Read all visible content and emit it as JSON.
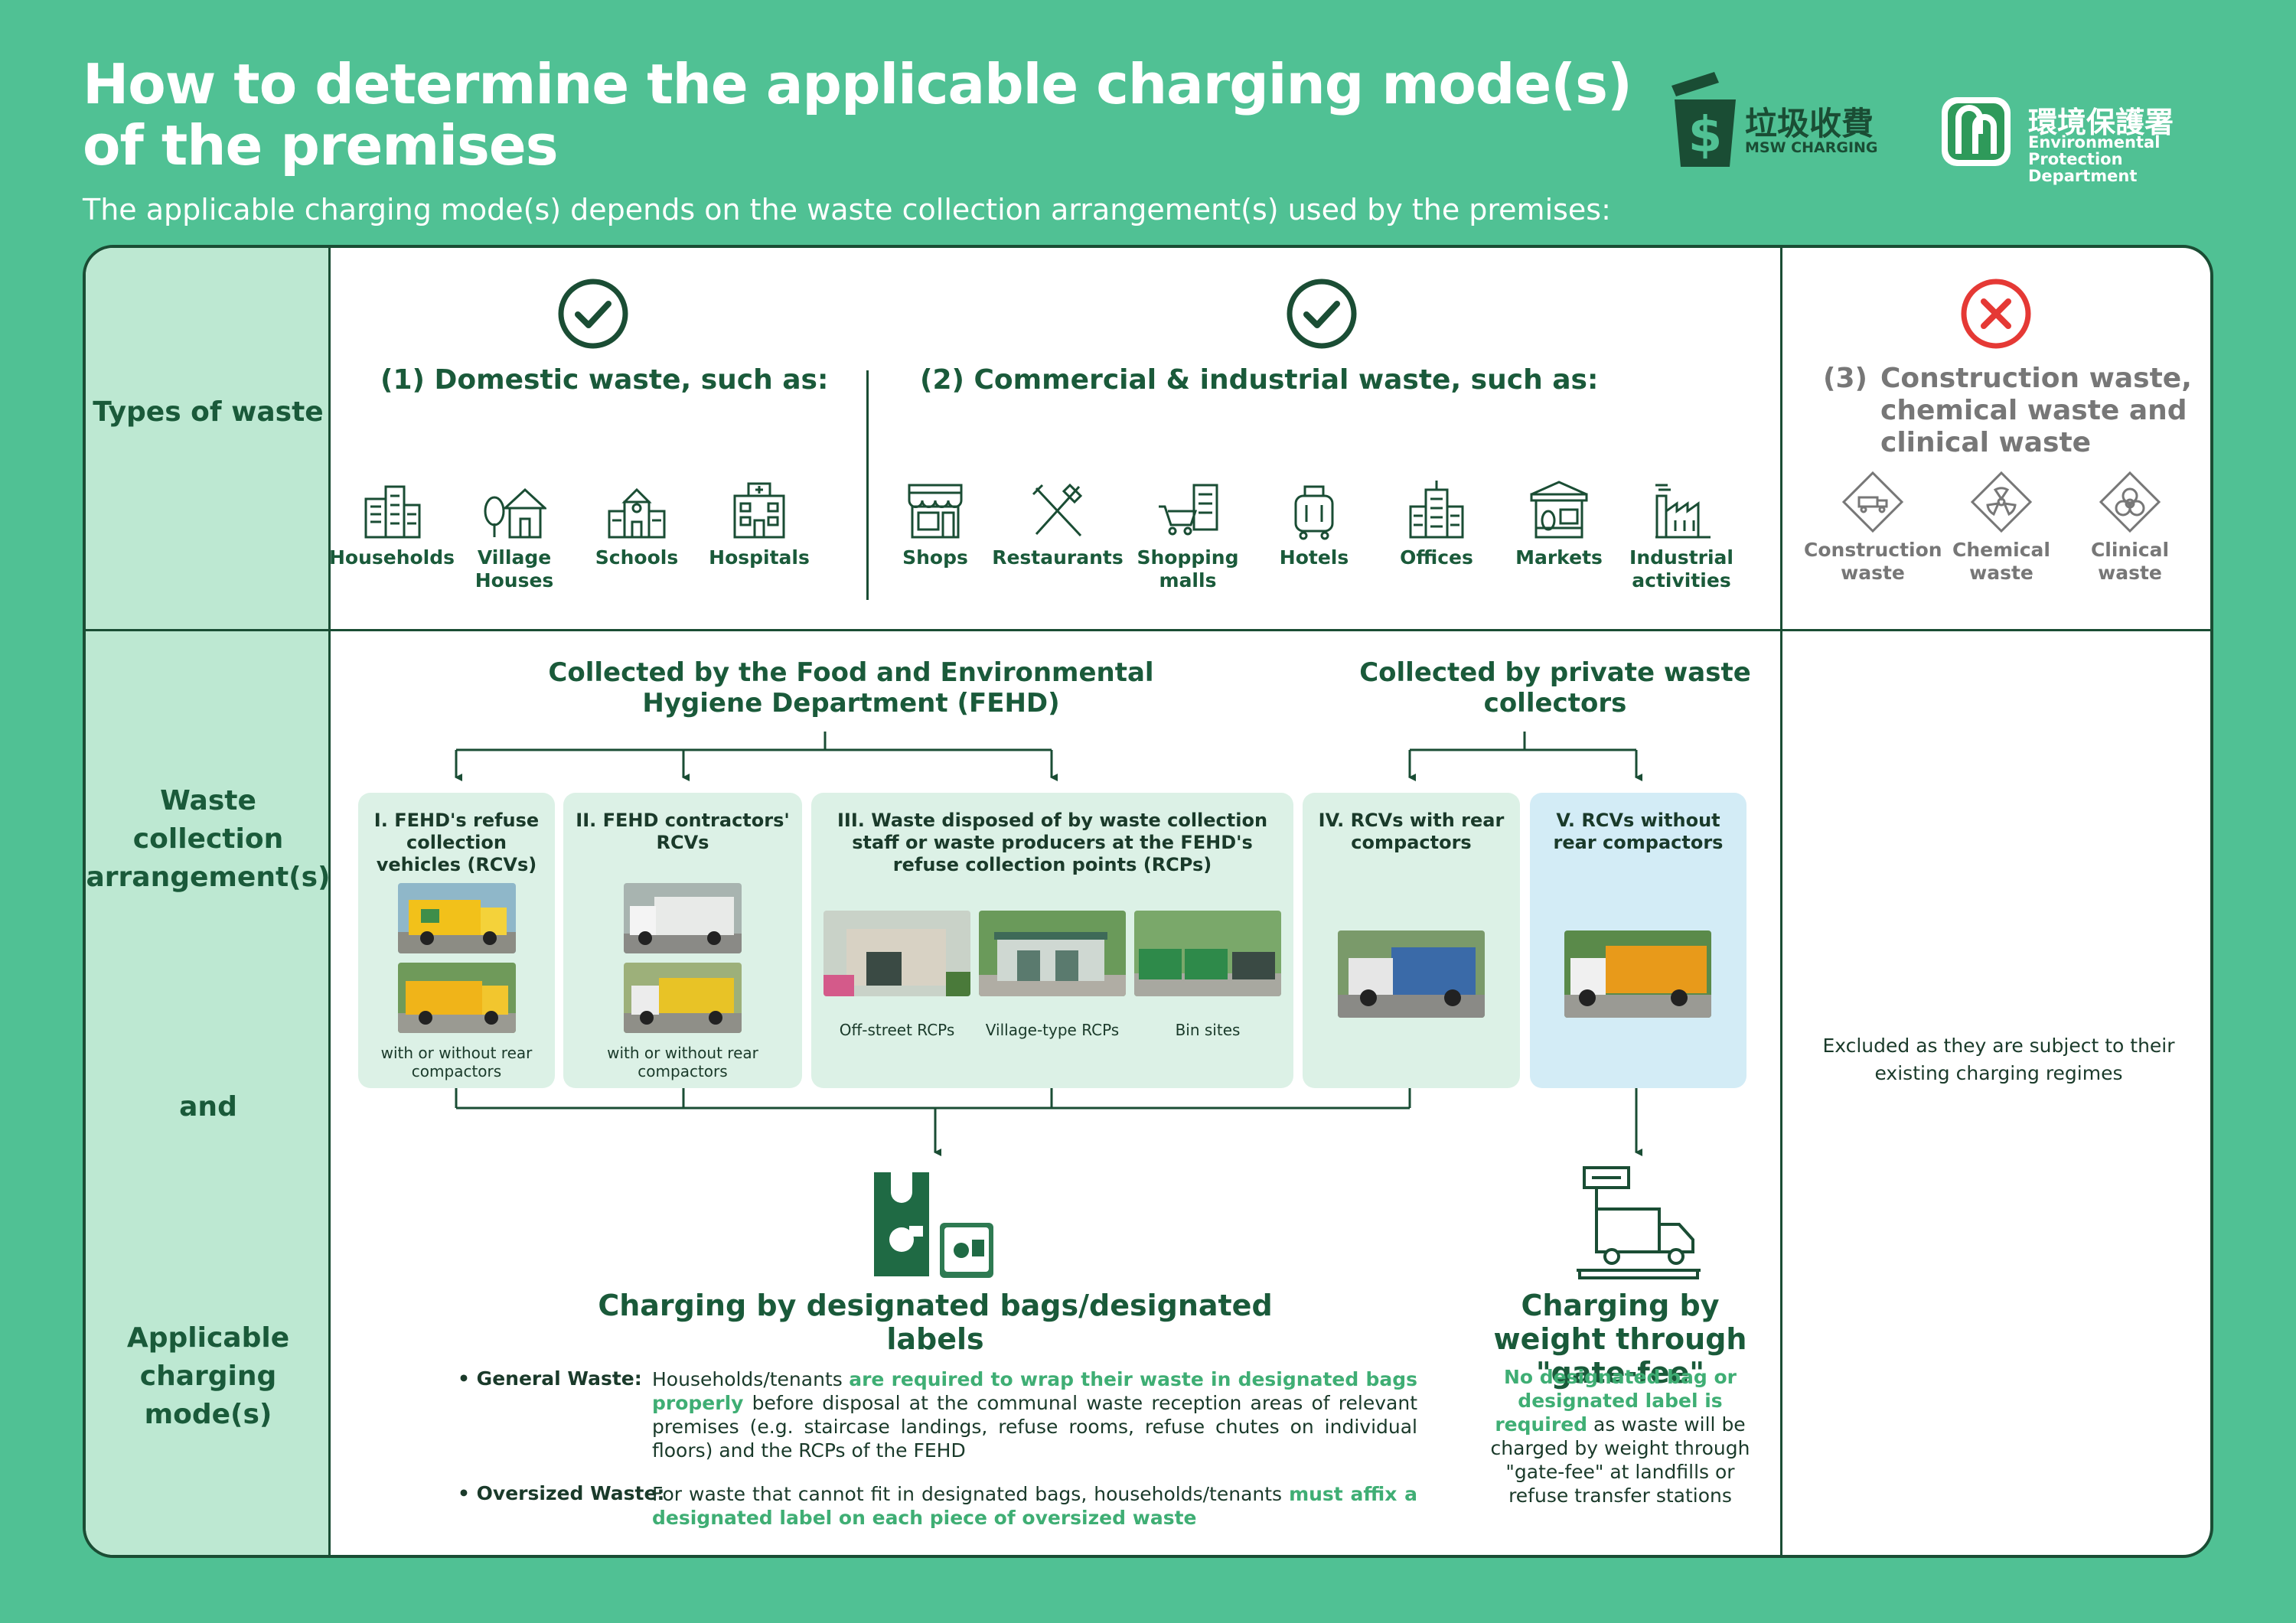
{
  "header": {
    "title": "How to determine the applicable charging mode(s) of the premises",
    "subtitle": "The applicable charging mode(s) depends on the waste collection arrangement(s) used by the premises:"
  },
  "logos": {
    "msw_zh": "垃圾收費",
    "msw_en": "MSW CHARGING",
    "epd_zh": "環境保護署",
    "epd_en_line1": "Environmental",
    "epd_en_line2": "Protection Department"
  },
  "rows": {
    "types_of_waste": "Types of waste",
    "collection_line1": "Waste",
    "collection_line2": "collection",
    "collection_line3": "arrangement(s)",
    "and": "and",
    "mode_line1": "Applicable",
    "mode_line2": "charging",
    "mode_line3": "mode(s)"
  },
  "waste_types": {
    "domestic": {
      "heading": "(1) Domestic waste, such as:",
      "items": [
        "Households",
        "Village Houses",
        "Schools",
        "Hospitals"
      ]
    },
    "commercial": {
      "heading": "(2) Commercial & industrial waste, such as:",
      "items": [
        "Shops",
        "Restaurants",
        "Shopping malls",
        "Hotels",
        "Offices",
        "Markets",
        "Industrial activities"
      ]
    },
    "excluded": {
      "heading_num": "(3)",
      "heading": "Construction waste, chemical waste and clinical waste",
      "items": [
        "Construction waste",
        "Chemical waste",
        "Clinical waste"
      ]
    }
  },
  "collection": {
    "fehd_heading": "Collected by the Food and Environmental Hygiene Department (FEHD)",
    "private_heading": "Collected by private waste collectors",
    "boxes": [
      {
        "num": "I.",
        "title": "FEHD's refuse collection vehicles (RCVs)",
        "note": "with or without rear compactors"
      },
      {
        "num": "II.",
        "title": "FEHD contractors' RCVs",
        "note": "with or without rear compactors"
      },
      {
        "num": "III.",
        "title": "Waste disposed of by waste collection staff or waste producers at the FEHD's refuse collection points (RCPs)",
        "captions": [
          "Off-street RCPs",
          "Village-type RCPs",
          "Bin sites"
        ]
      },
      {
        "num": "IV.",
        "title": "RCVs with rear compactors"
      },
      {
        "num": "V.",
        "title": "RCVs without rear compactors"
      }
    ],
    "excluded_note": "Excluded as they are subject to their existing charging regimes"
  },
  "modes": {
    "bags_title": "Charging by designated bags/designated labels",
    "general_label": "• General Waste:",
    "general_text_1": "Households/tenants ",
    "general_text_hl": "are required to wrap their waste in designated bags properly",
    "general_text_2": " before disposal at the communal waste reception areas of relevant premises (e.g. staircase landings, refuse rooms, refuse chutes on individual floors) and the RCPs of the FEHD",
    "oversized_label": "• Oversized Waste:",
    "oversized_text_1": "For waste that cannot fit in designated bags, households/tenants ",
    "oversized_text_hl": "must affix a designated label on each piece of oversized waste",
    "weight_title": "Charging by weight through \"gate-fee\"",
    "weight_hl": "No designated bag or designated label is required",
    "weight_text": " as waste will be charged by weight through \"gate-fee\" at landfills or refuse transfer stations"
  },
  "colors": {
    "background": "#50c194",
    "dark_green": "#1a4d34",
    "highlight": "#3fae74",
    "excluded_red": "#e53935",
    "blue_box": "#d3ecf6",
    "green_box": "#dcf1e6"
  }
}
